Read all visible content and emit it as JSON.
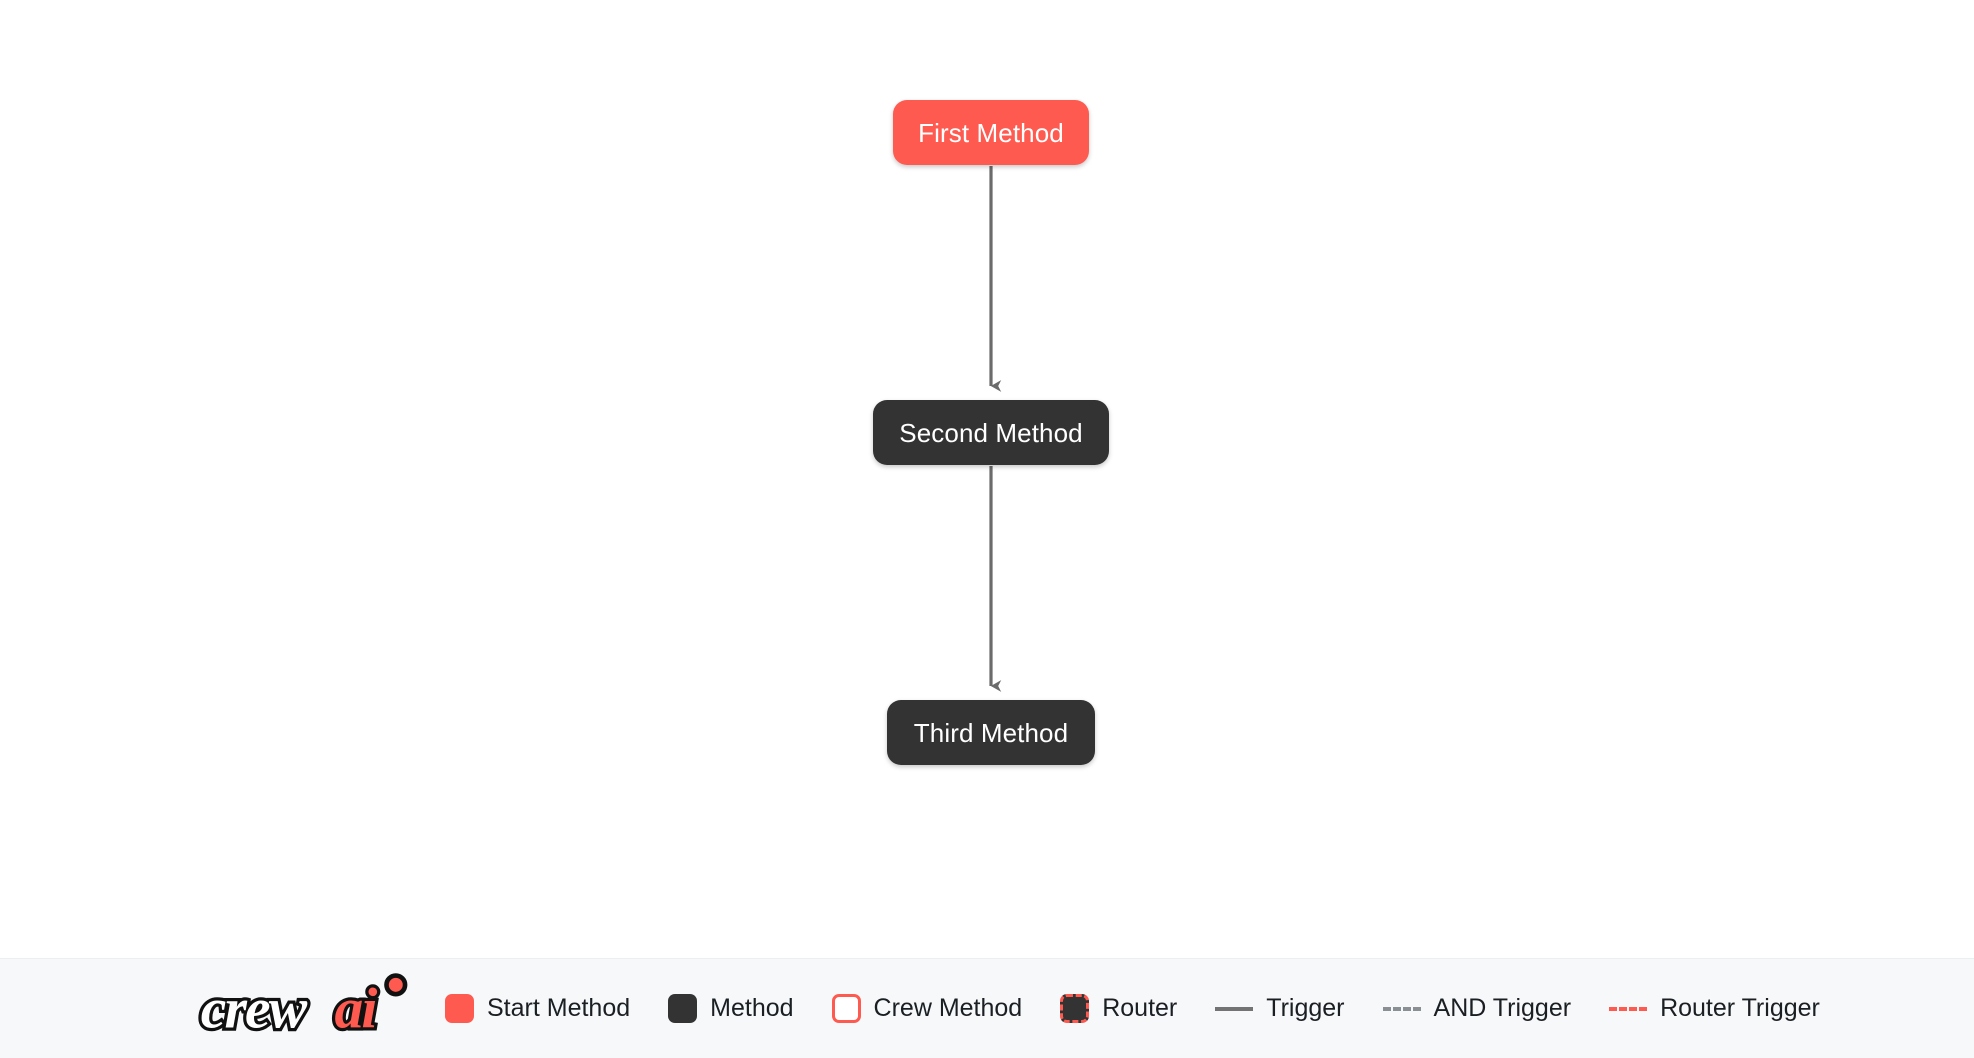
{
  "flow": {
    "background_color": "#ffffff",
    "nodes": [
      {
        "id": "first",
        "label": "First Method",
        "type": "start-method"
      },
      {
        "id": "second",
        "label": "Second Method",
        "type": "method"
      },
      {
        "id": "third",
        "label": "Third Method",
        "type": "method"
      }
    ],
    "edges": [
      {
        "from": "first",
        "to": "second",
        "type": "trigger"
      },
      {
        "from": "second",
        "to": "third",
        "type": "trigger"
      }
    ],
    "edge_color": "#6b6b6b"
  },
  "legend": {
    "background_color": "#f6f8fa",
    "logo": {
      "text_primary": "crew",
      "text_accent": "ai",
      "accent_color": "#FF5A50"
    },
    "items": [
      {
        "key": "start-method",
        "label": "Start Method",
        "marker": "swatch",
        "color": "#FF5A50"
      },
      {
        "key": "method",
        "label": "Method",
        "marker": "swatch",
        "color": "#333333"
      },
      {
        "key": "crew-method",
        "label": "Crew Method",
        "marker": "swatch-outline",
        "color": "#FF5A50"
      },
      {
        "key": "router",
        "label": "Router",
        "marker": "swatch-dashed",
        "color": "#FF5A50"
      },
      {
        "key": "trigger",
        "label": "Trigger",
        "marker": "line-solid",
        "color": "#737373"
      },
      {
        "key": "and-trigger",
        "label": "AND Trigger",
        "marker": "line-dashed",
        "color": "#8a8f94"
      },
      {
        "key": "router-trigger",
        "label": "Router Trigger",
        "marker": "line-dashed",
        "color": "#FF5A50"
      }
    ]
  }
}
